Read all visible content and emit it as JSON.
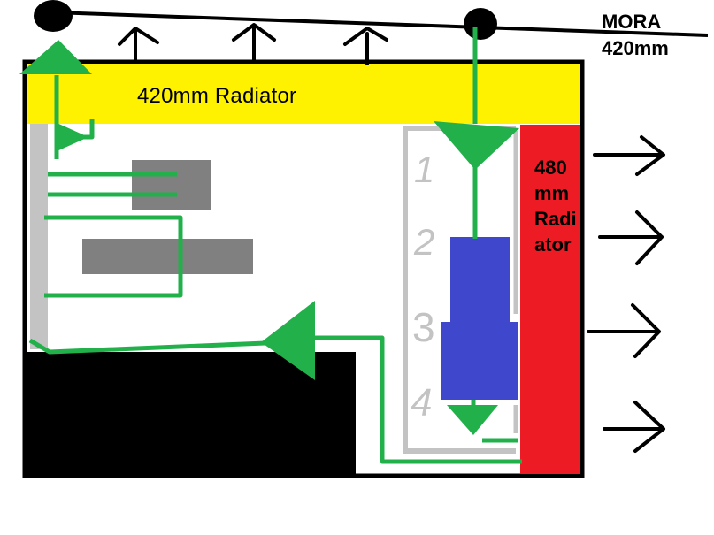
{
  "labels": {
    "mora": "MORA\n420mm",
    "radiator_420": "420mm Radiator",
    "radiator_480": "480mmRadiator",
    "slot_numbers": [
      "1",
      "2",
      "3",
      "4"
    ]
  },
  "colors": {
    "coolant_line": "#22b04b",
    "radiator_420_fill": "#fff200",
    "radiator_480_fill": "#ed1c24",
    "gpu_block": "#3f48cc",
    "component_gray": "#808080",
    "frame_gray": "#c3c3c3",
    "psu_shroud": "#000000",
    "case_outline": "#000000"
  }
}
